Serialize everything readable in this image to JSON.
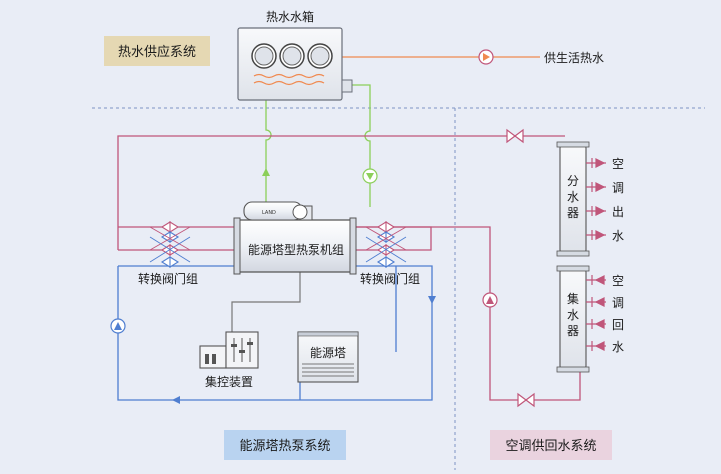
{
  "title_hot_water_tank": "热水水箱",
  "label_domestic_hot_water": "供生活热水",
  "badge_hot_water_system": "热水供应系统",
  "badge_heat_pump_system": "能源塔热泵系统",
  "badge_ac_system": "空调供回水系统",
  "heat_pump_unit": "能源塔型热泵机组",
  "heat_pump_nameplate": "LAND",
  "valve_group_left": "转换阀门组",
  "valve_group_right": "转换阀门组",
  "energy_tower": "能源塔",
  "control_device": "集控装置",
  "supply_manifold": [
    "分",
    "水",
    "器"
  ],
  "return_manifold": [
    "集",
    "水",
    "器"
  ],
  "supply_outlets": [
    "空",
    "调",
    "出",
    "水"
  ],
  "return_inlets": [
    "空",
    "调",
    "回",
    "水"
  ],
  "colors": {
    "hot_water_pipe": "#f08a50",
    "loop_pipe": "#c0567a",
    "cold_pipe": "#4f7ed0",
    "tank_to_unit_pipe": "#8ccf5a",
    "badge_hot": "#e5d8b3",
    "badge_pump": "#b9d3f0",
    "badge_ac": "#ead3df",
    "divider": "#7d93c4"
  }
}
